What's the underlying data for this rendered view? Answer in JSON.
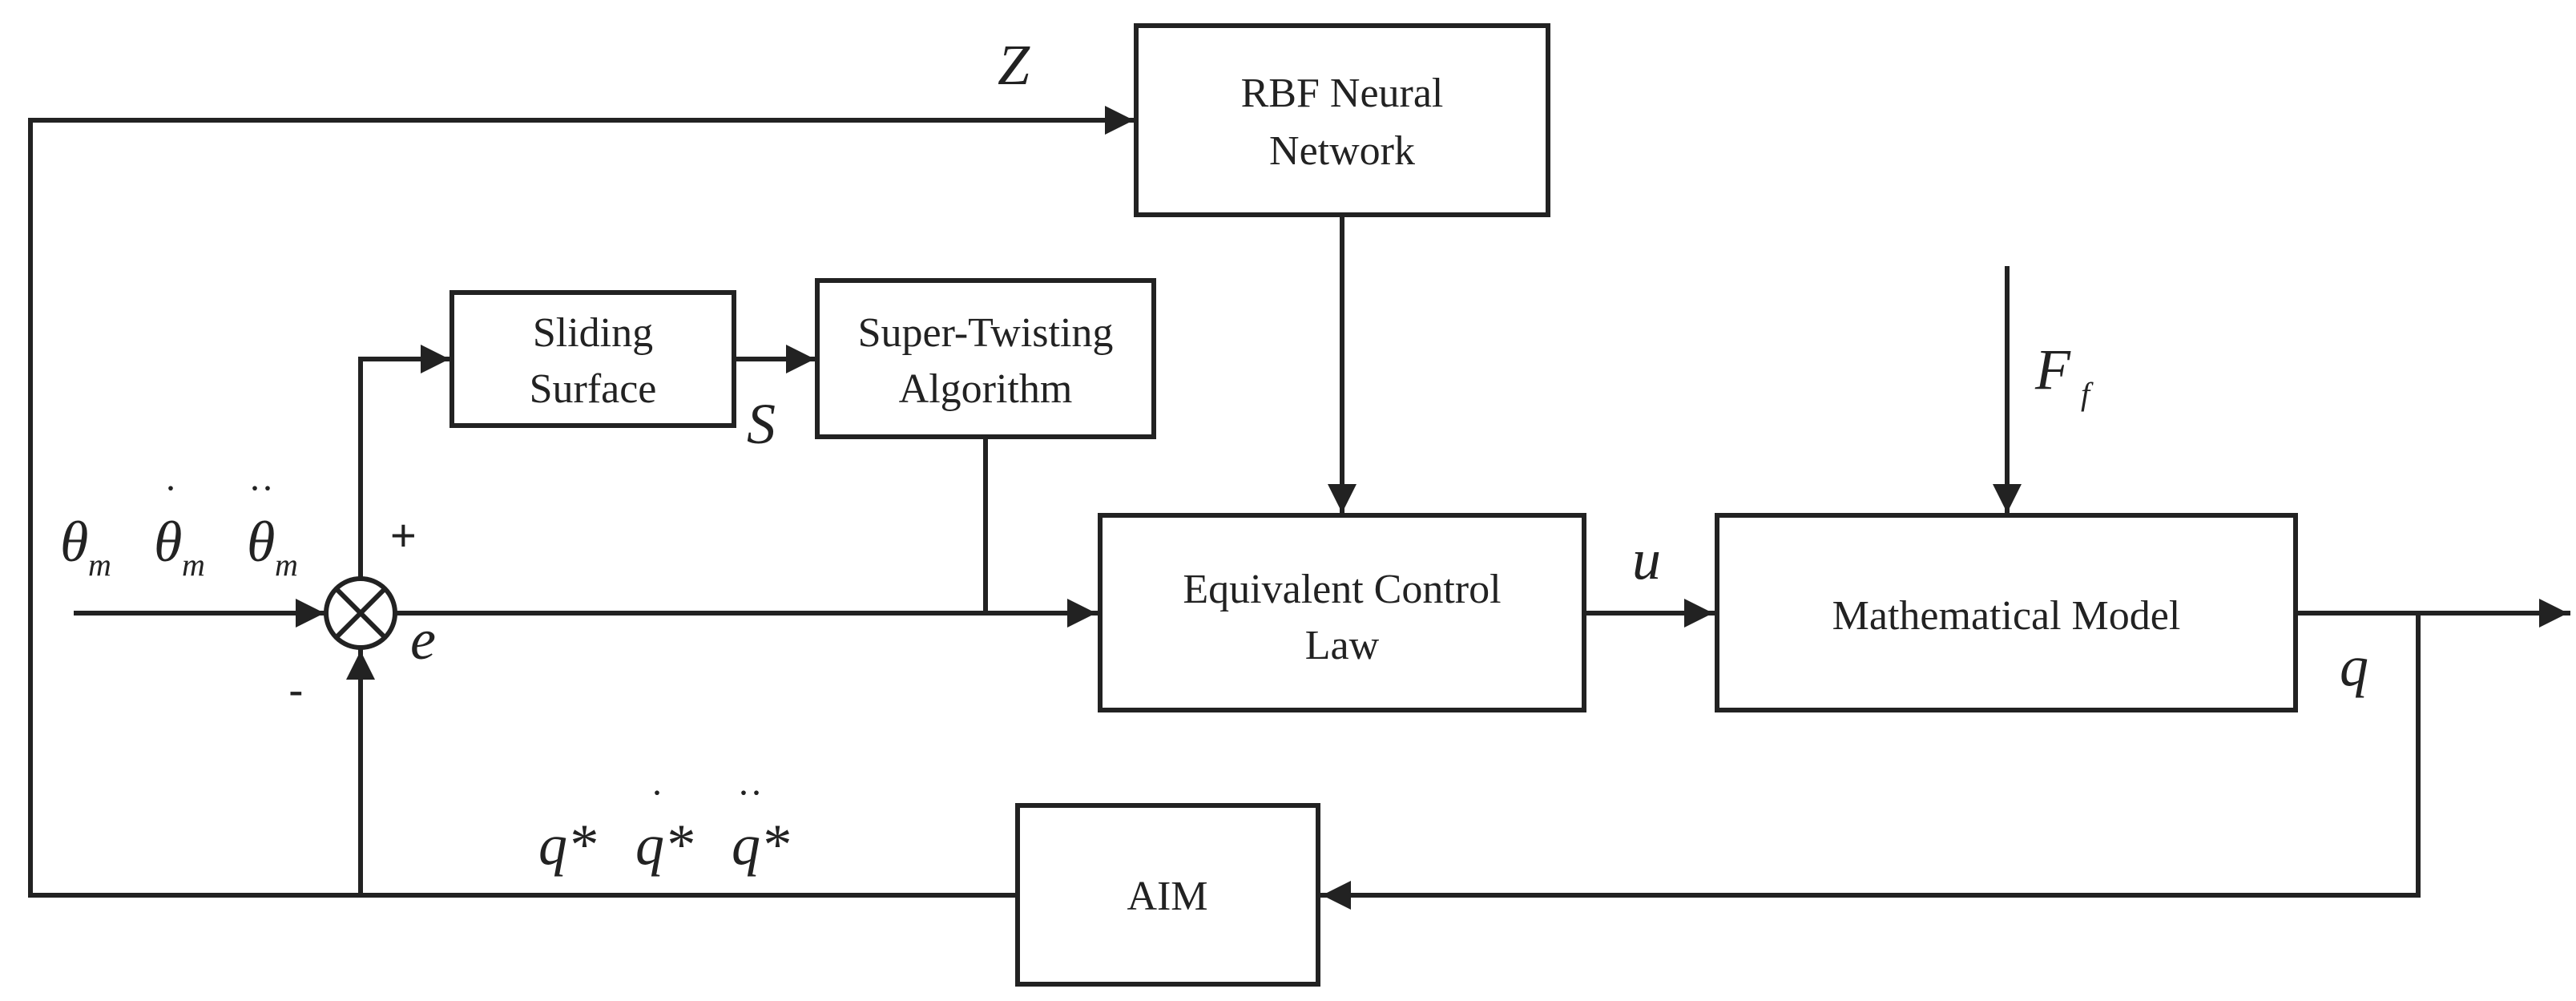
{
  "blocks": {
    "rbf": [
      "RBF Neural",
      "Network"
    ],
    "sliding": [
      "Sliding",
      "Surface"
    ],
    "super_twisting": [
      "Super-Twisting",
      "Algorithm"
    ],
    "equivalent": [
      "Equivalent Control",
      "Law"
    ],
    "math_model": [
      "Mathematical Model"
    ],
    "aim": [
      "AIM"
    ]
  },
  "signals": {
    "z": "Z",
    "s": "S",
    "e": "e",
    "u": "u",
    "q": "q",
    "f": "F",
    "f_sub": "f",
    "theta": "θ",
    "theta_sub": "m",
    "q_star": "q*",
    "dot1": "·",
    "dot2": "··"
  },
  "signs": {
    "plus": "+",
    "minus": "-"
  }
}
